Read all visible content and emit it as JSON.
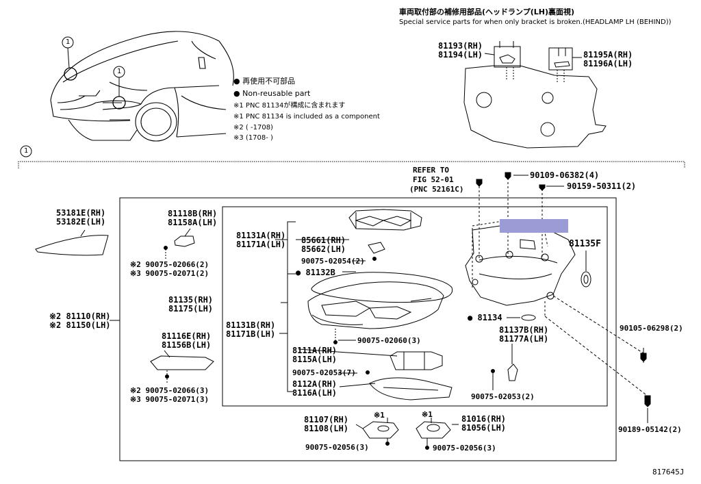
{
  "header": {
    "jp": "車両取付部の補修用部品(ヘッドランプ(LH)裏面視)",
    "en": "Special service parts for when only bracket is broken.(HEADLAMP LH (BEHIND))"
  },
  "legend": {
    "dot_symbol": "●",
    "line1": "再使用不可部品",
    "line2": "Non-reusable part",
    "line3": "※1 PNC 81134が構成に含まれます",
    "line4": "※1 PNC 81134 is included as a component",
    "line5": "※2 (      -1708)",
    "line6": "※3 (1708-      )"
  },
  "callouts": {
    "c1": "1"
  },
  "refer": {
    "l1": "REFER TO",
    "l2": "FIG 52-01",
    "l3": "(PNC 52161C)"
  },
  "parts": {
    "p81193": "81193(RH)",
    "p81194": "81194(LH)",
    "p81195": "81195A(RH)",
    "p81196": "81196A(LH)",
    "p53181": "53181E(RH)",
    "p53182": "53182E(LH)",
    "p81110": "※2 81110(RH)",
    "p81150": "※2 81150(LH)",
    "p81118": "81118B(RH)",
    "p81158": "81158A(LH)",
    "s2a": "※2 90075-02066(2)",
    "s3a": "※3 90075-02071(2)",
    "p81135": "81135(RH)",
    "p81175": "81175(LH)",
    "p81116": "81116E(RH)",
    "p81156": "81156B(LH)",
    "s2b": "※2 90075-02066(3)",
    "s3b": "※3 90075-02071(3)",
    "p81131a": "81131A(RH)",
    "p81171a": "81171A(LH)",
    "p85661": "85661(RH)",
    "p85662": "85662(LH)",
    "b02054": "90075-02054(2)",
    "p81132": "81132B",
    "p81131b": "81131B(RH)",
    "p81171b": "81171B(LH)",
    "b02060": "90075-02060(3)",
    "p8111a": "8111A(RH)",
    "p8115a": "8115A(LH)",
    "b02053a": "90075-02053(7)",
    "p8112a": "8112A(RH)",
    "p8116a": "8116A(LH)",
    "p81107": "81107(RH)",
    "p81108": "81108(LH)",
    "b02056a": "90075-02056(3)",
    "p81016": "81016(RH)",
    "p81056": "81056(LH)",
    "b02056b": "90075-02056(3)",
    "b06382": "90109-06382(4)",
    "b50311": "90159-50311(2)",
    "p81135f": "81135F",
    "p81134": "81134",
    "p81137": "81137B(RH)",
    "p81177": "81177A(LH)",
    "b02053b": "90075-02053(2)",
    "b06298": "90105-06298(2)",
    "b05142": "90189-05142(2)",
    "s1a": "※1",
    "s1b": "※1"
  },
  "footer": {
    "code": "817645J"
  },
  "colors": {
    "highlight": "#9b9bd6",
    "line": "#000000"
  }
}
